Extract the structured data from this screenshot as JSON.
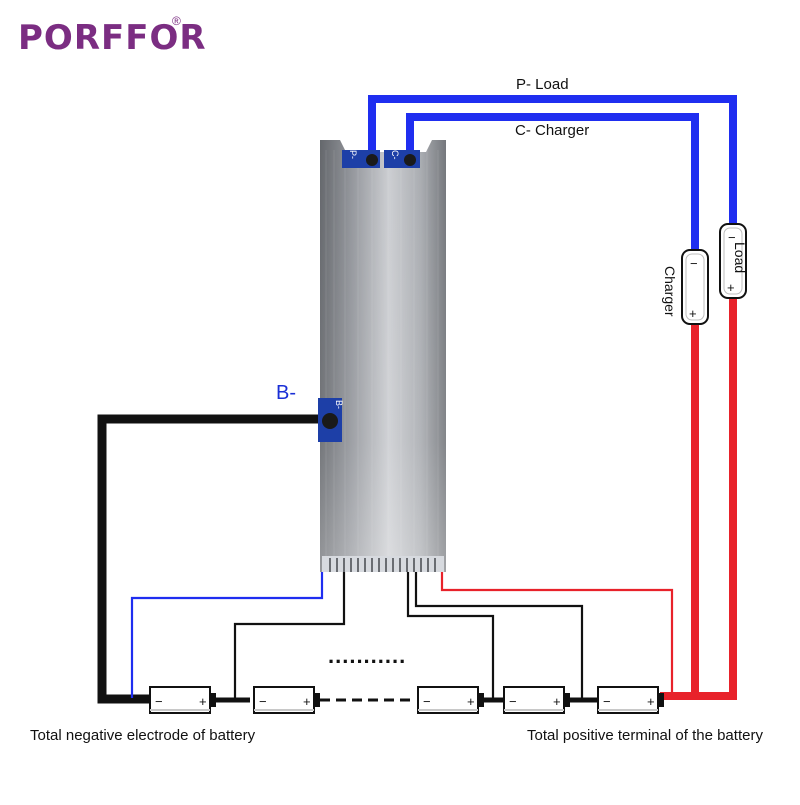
{
  "brand": {
    "logo_text": "PORFFOR",
    "registered_mark": "®"
  },
  "wire_labels": {
    "p_minus": "P-   Load",
    "c_minus": "C-   Charger",
    "b_minus": "B-"
  },
  "devices": {
    "load": {
      "label": "Load",
      "minus": "−",
      "plus": "+"
    },
    "charger": {
      "label": "Charger",
      "minus": "−",
      "plus": "+"
    }
  },
  "board_pads": {
    "p_pad": "P-",
    "c_pad": "C-",
    "b_pad": "B-"
  },
  "battery_cells": [
    {
      "minus": "−",
      "plus": "+"
    },
    {
      "minus": "−",
      "plus": "+"
    },
    {
      "minus": "−",
      "plus": "+"
    },
    {
      "minus": "−",
      "plus": "+"
    },
    {
      "minus": "−",
      "plus": "+"
    }
  ],
  "ellipsis": "...........",
  "bottom_labels": {
    "negative": "Total negative electrode of battery",
    "positive": "Total positive terminal of the battery"
  },
  "colors": {
    "brand": "#7b2d82",
    "p_wire": "#1f2ef0",
    "c_wire": "#1f2ef0",
    "b_wire": "#111111",
    "positive_wire": "#e8222a",
    "balance_first": "#1f2ef0",
    "balance_last": "#e8222a",
    "balance_mid": "#111111"
  }
}
